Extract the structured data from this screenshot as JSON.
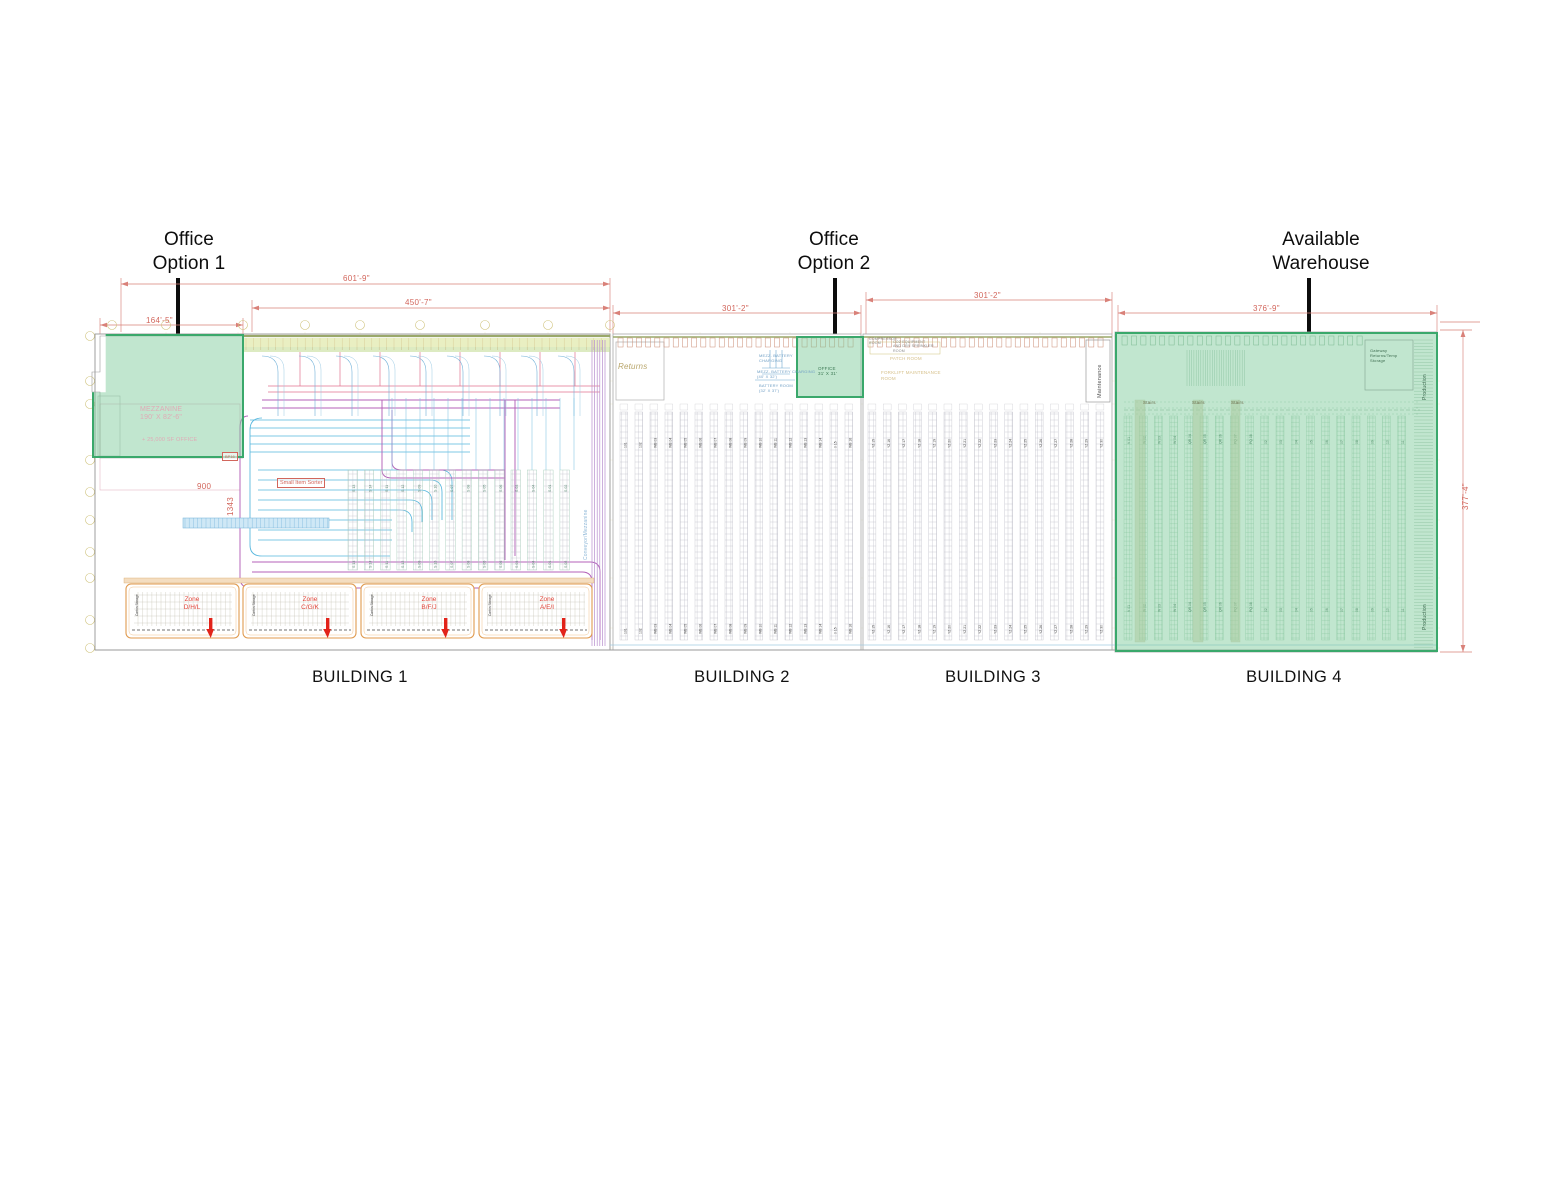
{
  "document": {
    "type": "warehouse-facility-floor-plan",
    "background_color": "#ffffff",
    "highlight_color": "#3aa86b",
    "highlight_fill": "rgba(120,200,150,0.46)",
    "dimension_color": "#d2665c",
    "annotation_color": "#0d0d0d"
  },
  "callouts": [
    {
      "id": "office-option-1",
      "label": "Office\nOption 1"
    },
    {
      "id": "office-option-2",
      "label": "Office\nOption 2"
    },
    {
      "id": "available-warehouse",
      "label": "Available\nWarehouse"
    }
  ],
  "buildings": [
    {
      "id": "building-1",
      "label": "BUILDING 1"
    },
    {
      "id": "building-2",
      "label": "BUILDING 2"
    },
    {
      "id": "building-3",
      "label": "BUILDING 3"
    },
    {
      "id": "building-4",
      "label": "BUILDING 4"
    }
  ],
  "dimensions": {
    "overall_b1": "601'-9\"",
    "inner_b1": "450'-7\"",
    "office1_width": "164'-5\"",
    "b2_span": "301'-2\"",
    "b3_span": "301'-2\"",
    "b4_span": "376'-9\"",
    "overall_depth": "377'-4\"",
    "sorter_w": "900",
    "sorter_h": "1343"
  },
  "plan_labels": {
    "returns": "Returns",
    "maintenance_b3": "Maintenance",
    "maintenance_b4_a": "Production",
    "maintenance_b4_b": "Production",
    "mezzanine": "MEZZANINE\n190' X 82'-6\"",
    "mezzanine_sub": "+ 25,000 SF OFFICE",
    "small_item_sorter": "Small Item Sorter",
    "conveyor": "Conveyor/Mezzanine",
    "office_opt2_note": "OFFICE\n31' X 31'",
    "room_a": "PATCH ROOM",
    "room_b": "FORKLIFT MAINTENANCE\nROOM",
    "battery_note_1": "MEZZ. BATTERY\nCHARGING",
    "battery_note_2": "MEZZ. BATTERY CHARGING\n(40' X 32')",
    "battery_note_3": "BATTERY ROOM\n(32' X 37')",
    "compressor": "COMPRESSOR\nROOM",
    "co_equip": "CO2 EQUIPMENT\nAND DRY SPRINKLER\nROOM",
    "gateway_note": "Gateway\nReturns/Temp\nStorage",
    "bp16": "BP16",
    "stairs": "Stairs"
  },
  "zones": [
    {
      "id": "zone-dhl",
      "label": "Zone\nD/H/L"
    },
    {
      "id": "zone-cgk",
      "label": "Zone\nC/G/K"
    },
    {
      "id": "zone-bfj",
      "label": "Zone\nB/F/J"
    },
    {
      "id": "zone-aei",
      "label": "Zone\nA/E/I"
    }
  ],
  "rack_rows_b2": [
    "101",
    "102",
    "WB 03",
    "WB 04",
    "WB 05",
    "WB 06",
    "WB 07",
    "WB 08",
    "WB 09",
    "WB 10",
    "WB 11",
    "WB 12",
    "WB 13",
    "WB 14",
    "0 15",
    "WB 16"
  ],
  "rack_rows_b3": [
    "YZ 15",
    "YZ 16",
    "YZ 17",
    "YZ 18",
    "YZ 19",
    "YZ 20",
    "YZ 21",
    "YZ 22",
    "YZ 23",
    "YZ 24",
    "YZ 25",
    "YZ 26",
    "YZ 27",
    "YZ 28",
    "YZ 29",
    "YZ 30"
  ],
  "rack_rows_b4": [
    "V 01",
    "W 02",
    "W 03",
    "W 04",
    "QR 04",
    "QR 05",
    "QR 06",
    "PQ 07",
    "PQ 08",
    "02",
    "03",
    "04",
    "05",
    "06",
    "07",
    "08",
    "09",
    "10",
    "11"
  ],
  "grid_rows": [
    "A",
    "B",
    "C",
    "D",
    "E",
    "F",
    "G",
    "H",
    "J",
    "K"
  ],
  "grid_cols": [
    "1",
    "2",
    "3",
    "4",
    "5",
    "6",
    "7",
    "8",
    "9",
    "10"
  ]
}
